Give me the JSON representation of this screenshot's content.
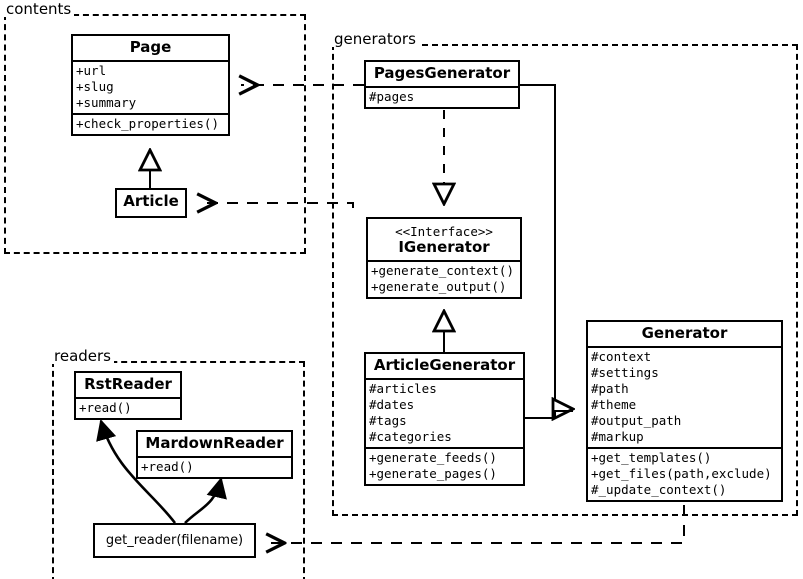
{
  "diagram": {
    "title": "UML class diagram",
    "stroke_color": "#000000",
    "background_color": "#ffffff"
  },
  "packages": [
    {
      "id": "contents",
      "label": "contents"
    },
    {
      "id": "generators",
      "label": "generators"
    },
    {
      "id": "readers",
      "label": "readers"
    }
  ],
  "classes": {
    "page": {
      "name": "Page",
      "attributes": [
        "+url",
        "+slug",
        "+summary"
      ],
      "methods": [
        "+check_properties()"
      ]
    },
    "article": {
      "name": "Article",
      "attributes": [],
      "methods": []
    },
    "pages_generator": {
      "name": "PagesGenerator",
      "attributes": [
        "#pages"
      ],
      "methods": []
    },
    "igenerator": {
      "stereotype": "<<Interface>>",
      "name": "IGenerator",
      "attributes": [],
      "methods": [
        "+generate_context()",
        "+generate_output()"
      ]
    },
    "article_generator": {
      "name": "ArticleGenerator",
      "attributes": [
        "#articles",
        "#dates",
        "#tags",
        "#categories"
      ],
      "methods": [
        "+generate_feeds()",
        "+generate_pages()"
      ]
    },
    "generator": {
      "name": "Generator",
      "attributes": [
        "#context",
        "#settings",
        "#path",
        "#theme",
        "#output_path",
        "#markup"
      ],
      "methods": [
        "+get_templates()",
        "+get_files(path,exclude)",
        "#_update_context()"
      ]
    },
    "rst_reader": {
      "name": "RstReader",
      "attributes": [],
      "methods": [
        "+read()"
      ]
    },
    "mardown_reader": {
      "name": "MardownReader",
      "attributes": [],
      "methods": [
        "+read()"
      ]
    },
    "get_reader": {
      "name": "get_reader(filename)"
    }
  },
  "relationships": [
    {
      "type": "generalization",
      "from": "Article",
      "to": "Page"
    },
    {
      "type": "realization",
      "from": "PagesGenerator",
      "to": "IGenerator"
    },
    {
      "type": "generalization",
      "from": "ArticleGenerator",
      "to": "IGenerator"
    },
    {
      "type": "generalization",
      "from": "PagesGenerator",
      "to": "Generator"
    },
    {
      "type": "generalization",
      "from": "ArticleGenerator",
      "to": "Generator"
    },
    {
      "type": "dependency",
      "from": "PagesGenerator",
      "to": "Page"
    },
    {
      "type": "dependency",
      "from": "ArticleGenerator",
      "to": "Article"
    },
    {
      "type": "dependency",
      "from": "Generator",
      "to": "get_reader(filename)"
    },
    {
      "type": "association",
      "from": "get_reader(filename)",
      "to": "RstReader"
    },
    {
      "type": "association",
      "from": "get_reader(filename)",
      "to": "MardownReader"
    }
  ]
}
